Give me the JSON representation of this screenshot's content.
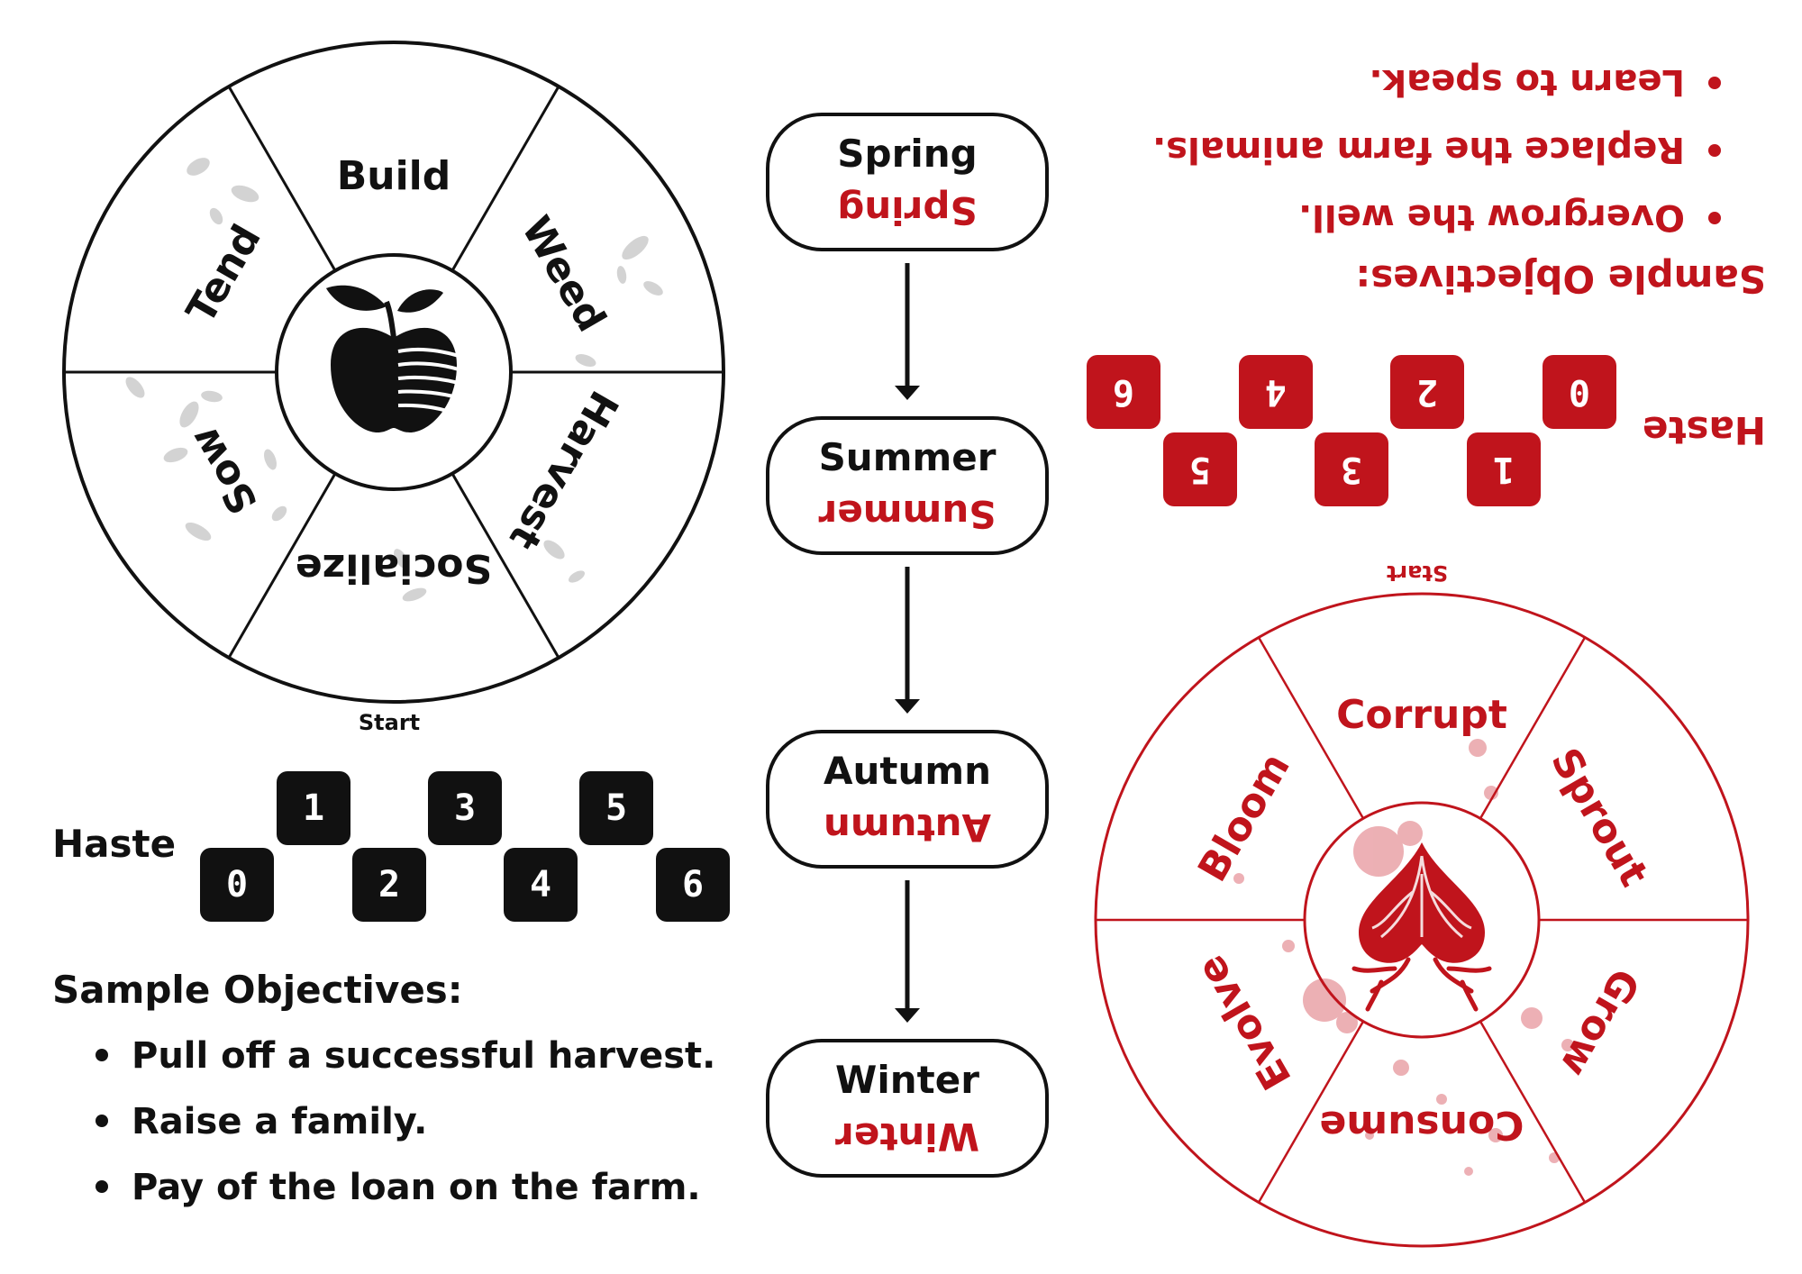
{
  "colors": {
    "dark": "#111111",
    "red": "#c0141c",
    "leaf": "#c9c9c9",
    "blood": "#e58f95"
  },
  "left_wheel": {
    "segments": [
      "Build",
      "Weed",
      "Harvest",
      "Socialize",
      "Sow",
      "Tend"
    ],
    "start_label": "Start",
    "center_icon": "apple-icon"
  },
  "right_wheel": {
    "segments": [
      "Corrupt",
      "Sprout",
      "Grow",
      "Consume",
      "Evolve",
      "Bloom"
    ],
    "start_label": "Start",
    "center_icon": "spade-roots-icon"
  },
  "seasons": [
    {
      "name": "Spring"
    },
    {
      "name": "Summer"
    },
    {
      "name": "Autumn"
    },
    {
      "name": "Winter"
    }
  ],
  "left_haste": {
    "label": "Haste",
    "values": [
      "0",
      "1",
      "2",
      "3",
      "4",
      "5",
      "6"
    ]
  },
  "right_haste": {
    "label": "Haste",
    "values": [
      "0",
      "1",
      "2",
      "3",
      "4",
      "5",
      "6"
    ]
  },
  "left_objectives": {
    "title": "Sample Objectives:",
    "items": [
      "Pull off a successful harvest.",
      "Raise a family.",
      "Pay of the loan on the farm."
    ]
  },
  "right_objectives": {
    "title": "Sample Objectives:",
    "items": [
      "Overgrow the well.",
      "Replace the farm animals.",
      "Learn to speak."
    ]
  }
}
